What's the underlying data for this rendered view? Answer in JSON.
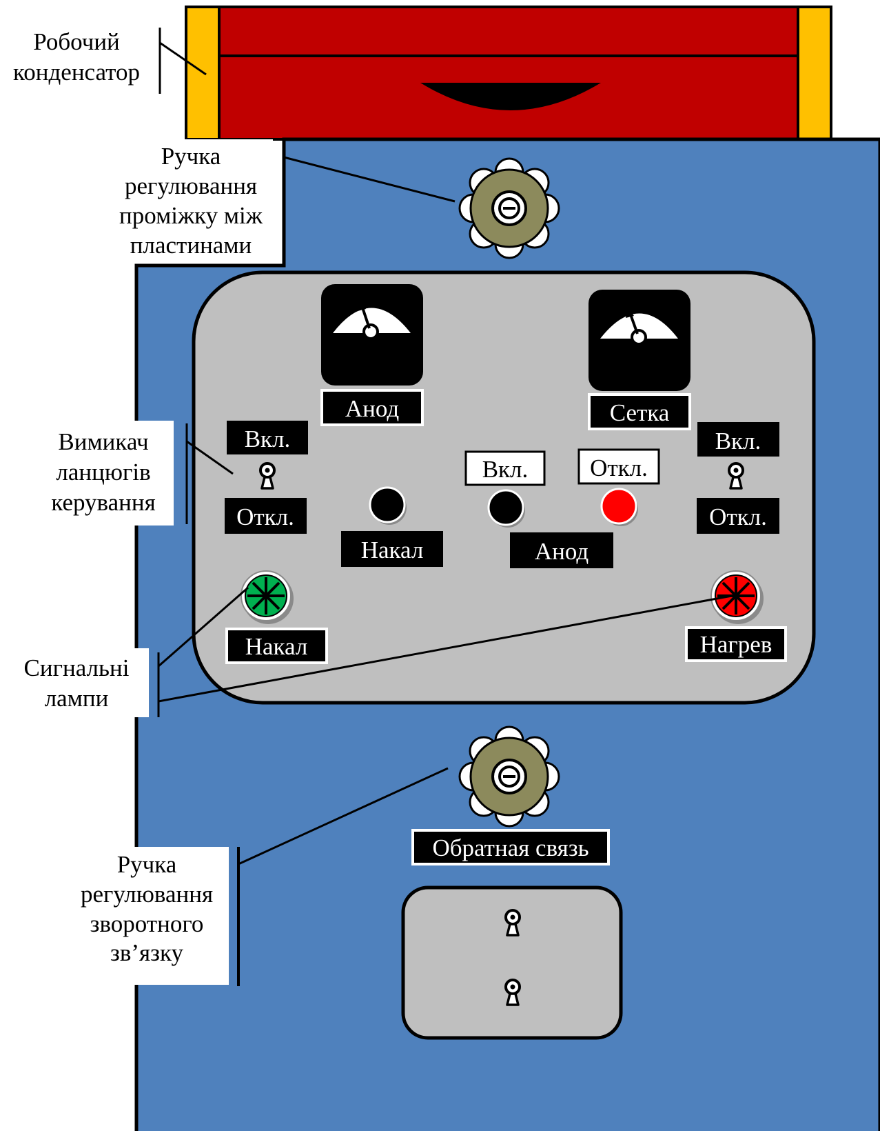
{
  "callouts": {
    "working_capacitor": [
      "Робочий",
      "конденсатор"
    ],
    "gap_knob": [
      "Ручка",
      "регулювання",
      "проміжку між",
      "пластинами"
    ],
    "control_switch": [
      "Вимикач",
      "ланцюгів",
      "керування"
    ],
    "signal_lamps": [
      "Сигнальні",
      "лампи"
    ],
    "feedback_knob": [
      "Ручка",
      "регулювання",
      "зворотного",
      "зв’язку"
    ]
  },
  "plates": {
    "anode_meter": "Анод",
    "grid_meter": "Сетка",
    "left_switch_on": "Вкл.",
    "left_switch_off": "Откл.",
    "right_switch_on": "Вкл.",
    "right_switch_off": "Откл.",
    "anode_on": "Вкл.",
    "anode_off": "Откл.",
    "filament_button": "Накал",
    "anode_buttons": "Анод",
    "filament_lamp": "Накал",
    "heating_lamp": "Нагрев",
    "feedback": "Обратная связь"
  },
  "colors": {
    "capacitor_body": "#c00000",
    "capacitor_end": "#ffc000",
    "cabinet": "#4f81bd",
    "panel": "#bfbfbf",
    "knob": "#8c8a5c",
    "lamp_green": "#00b050",
    "lamp_red": "#ff0000",
    "button_red": "#ff0000",
    "button_black": "#000000"
  }
}
